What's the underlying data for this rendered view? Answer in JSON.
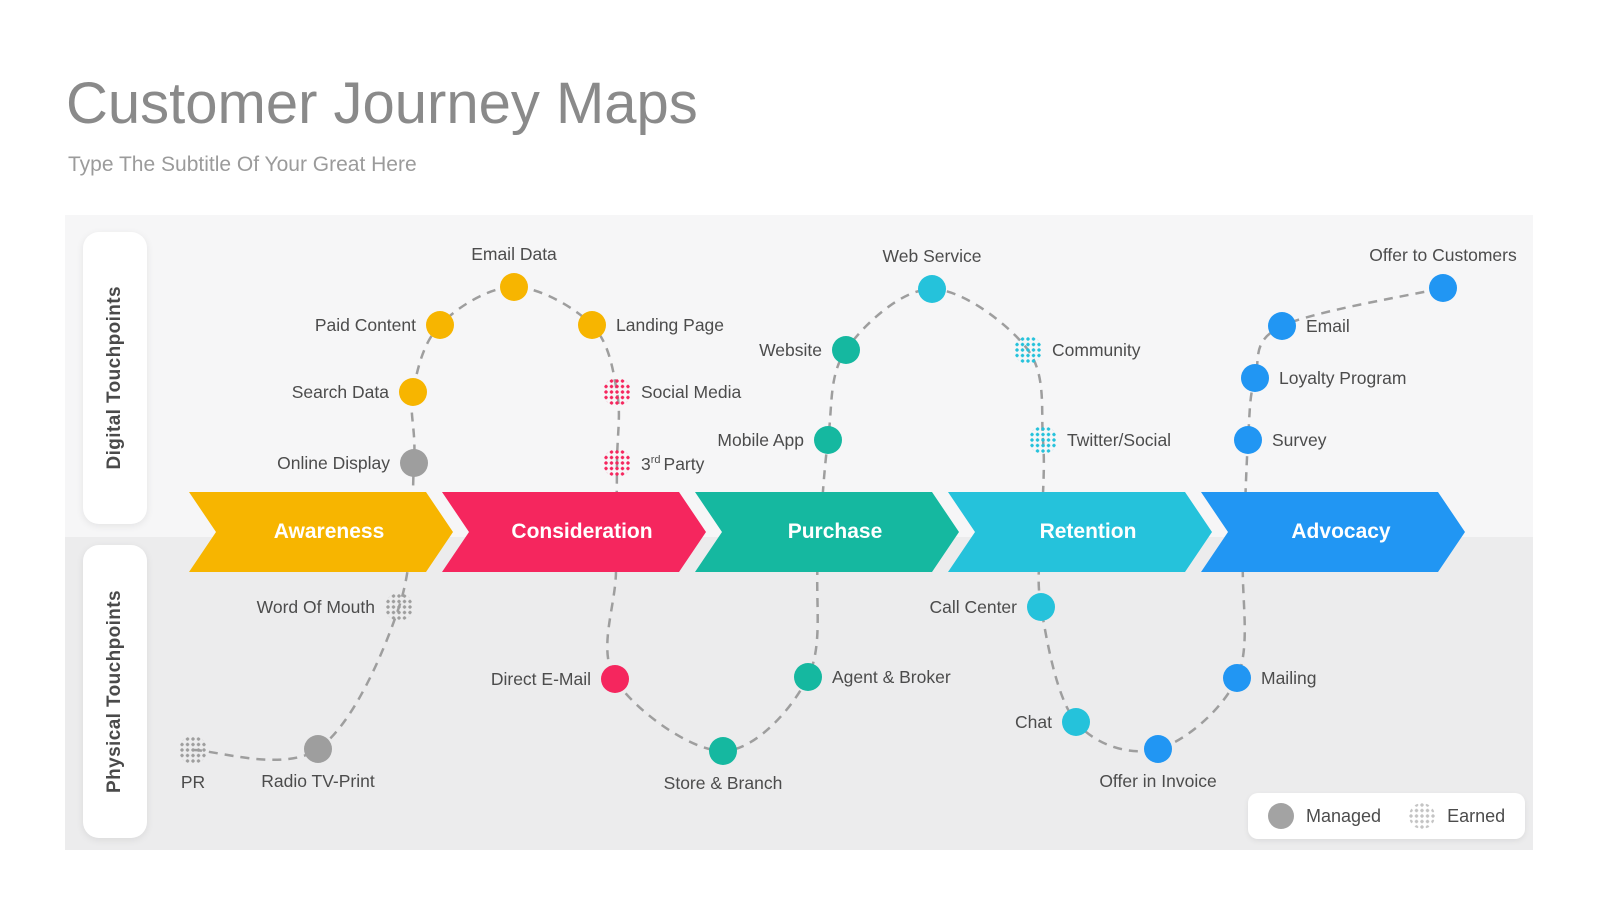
{
  "header": {
    "title": "Customer Journey Maps",
    "subtitle": "Type The Subtitle Of Your Great Here"
  },
  "bands": {
    "digital_label": "Digital Touchpoints",
    "physical_label": "Physical Touchpoints"
  },
  "stages": [
    {
      "label": "Awareness",
      "color": "#F7B500"
    },
    {
      "label": "Consideration",
      "color": "#F5265E"
    },
    {
      "label": "Purchase",
      "color": "#15B8A0"
    },
    {
      "label": "Retention",
      "color": "#25C2DB"
    },
    {
      "label": "Advocacy",
      "color": "#2196F3"
    }
  ],
  "palette": {
    "yellow": "#F7B500",
    "pink": "#F5265E",
    "teal": "#15B8A0",
    "cyan": "#25C2DB",
    "blue": "#2196F3",
    "gray": "#9E9E9E",
    "path": "#9E9E9E",
    "legend_managed": "#A3A3A3",
    "legend_earned": "#C4C4C4"
  },
  "legend": {
    "managed_label": "Managed",
    "earned_label": "Earned"
  },
  "touchpoints": {
    "pr": {
      "label": "PR",
      "type": "earned",
      "color_key": "gray"
    },
    "radio_tv_print": {
      "label": "Radio TV-Print",
      "type": "managed",
      "color_key": "gray"
    },
    "word_of_mouth": {
      "label": "Word Of Mouth",
      "type": "earned",
      "color_key": "gray"
    },
    "online_display": {
      "label": "Online Display",
      "type": "managed",
      "color_key": "gray"
    },
    "search_data": {
      "label": "Search Data",
      "type": "managed",
      "color_key": "yellow"
    },
    "paid_content": {
      "label": "Paid Content",
      "type": "managed",
      "color_key": "yellow"
    },
    "email_data": {
      "label": "Email Data",
      "type": "managed",
      "color_key": "yellow"
    },
    "landing_page": {
      "label": "Landing Page",
      "type": "managed",
      "color_key": "yellow"
    },
    "social_media": {
      "label": "Social Media",
      "type": "earned",
      "color_key": "pink"
    },
    "third_party": {
      "label_base": "3",
      "label_sup": "rd",
      "label_rest": "Party",
      "type": "earned",
      "color_key": "pink"
    },
    "direct_email": {
      "label": "Direct E-Mail",
      "type": "managed",
      "color_key": "pink"
    },
    "store_branch": {
      "label": "Store & Branch",
      "type": "managed",
      "color_key": "teal"
    },
    "agent_broker": {
      "label": "Agent & Broker",
      "type": "managed",
      "color_key": "teal"
    },
    "mobile_app": {
      "label": "Mobile App",
      "type": "managed",
      "color_key": "teal"
    },
    "website": {
      "label": "Website",
      "type": "managed",
      "color_key": "teal"
    },
    "web_service": {
      "label": "Web Service",
      "type": "managed",
      "color_key": "cyan"
    },
    "community": {
      "label": "Community",
      "type": "earned",
      "color_key": "cyan"
    },
    "twitter_social": {
      "label": "Twitter/Social",
      "type": "earned",
      "color_key": "cyan"
    },
    "call_center": {
      "label": "Call Center",
      "type": "managed",
      "color_key": "cyan"
    },
    "chat": {
      "label": "Chat",
      "type": "managed",
      "color_key": "cyan"
    },
    "offer_in_invoice": {
      "label": "Offer in Invoice",
      "type": "managed",
      "color_key": "blue"
    },
    "mailing": {
      "label": "Mailing",
      "type": "managed",
      "color_key": "blue"
    },
    "survey": {
      "label": "Survey",
      "type": "managed",
      "color_key": "blue"
    },
    "loyalty_program": {
      "label": "Loyalty Program",
      "type": "managed",
      "color_key": "blue"
    },
    "email": {
      "label": "Email",
      "type": "managed",
      "color_key": "blue"
    },
    "offer_to_customers": {
      "label": "Offer to Customers",
      "type": "managed",
      "color_key": "blue"
    }
  }
}
